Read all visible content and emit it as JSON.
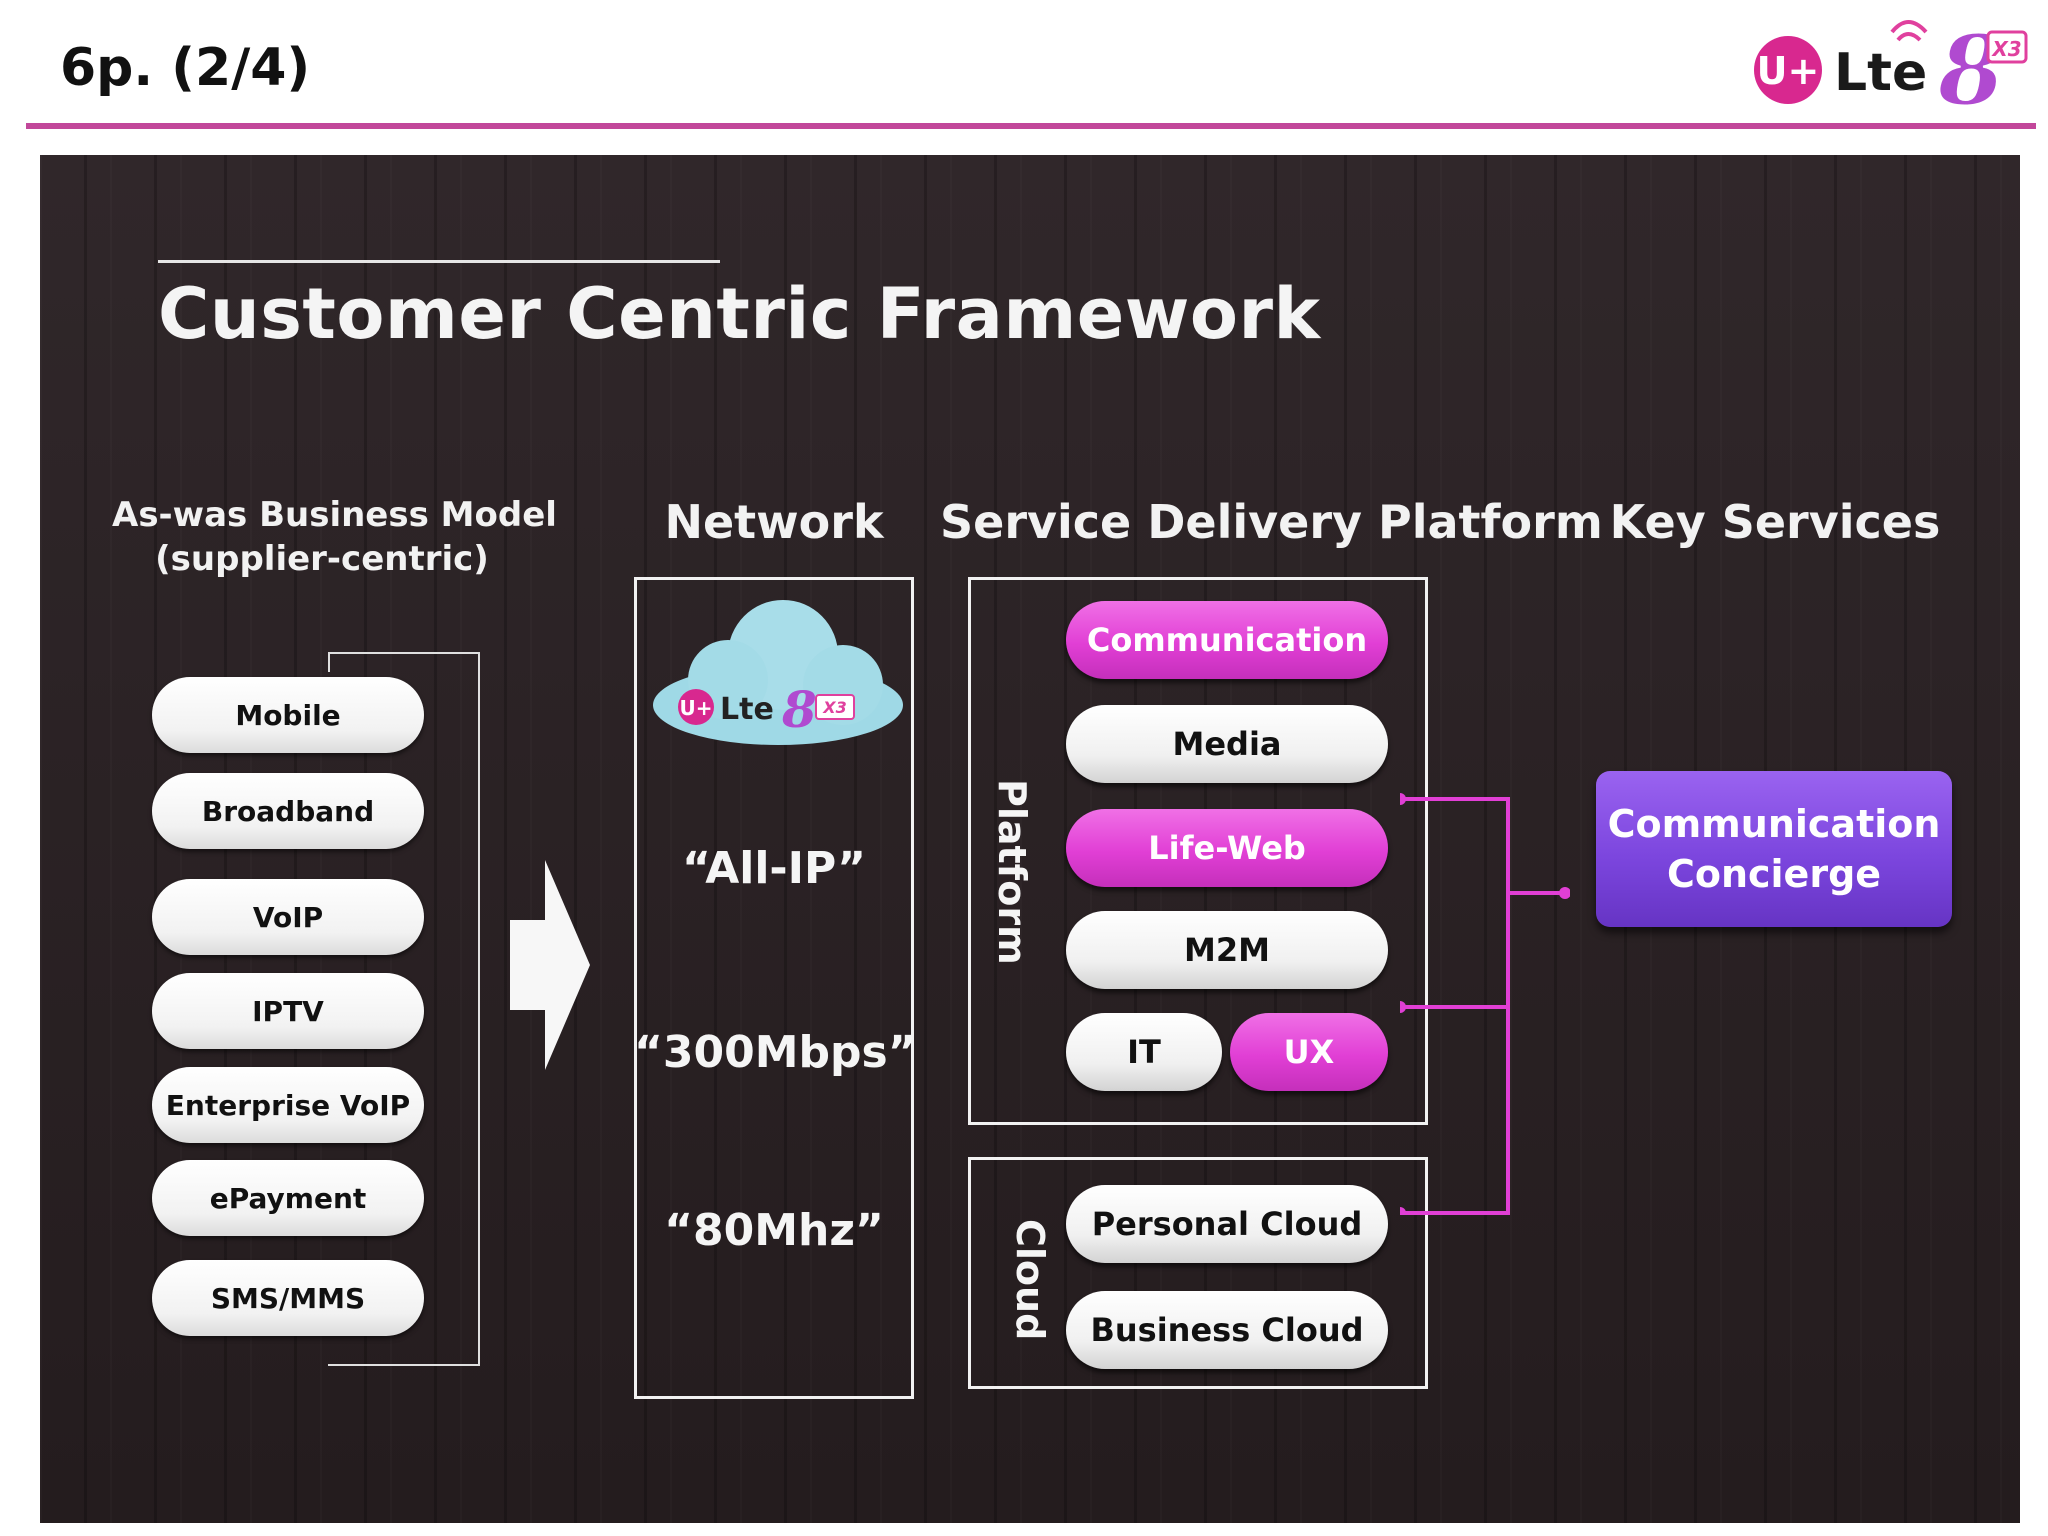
{
  "header": {
    "page_label": "6p. (2/4)",
    "logo": {
      "brand_mark": "U+",
      "name": "Lte",
      "numeral": "8",
      "badge": "X3",
      "accent_color": "#c2479a",
      "badge_color": "#e0409e"
    }
  },
  "slide": {
    "title": "Customer Centric Framework",
    "legacy": {
      "heading_line1": "As-was Business Model",
      "heading_line2": "(supplier-centric)",
      "items": [
        "Mobile",
        "Broadband",
        "VoIP",
        "IPTV",
        "Enterprise VoIP",
        "ePayment",
        "SMS/MMS"
      ]
    },
    "network": {
      "heading": "Network",
      "logo": {
        "brand_mark": "U+",
        "name": "Lte",
        "numeral": "8",
        "badge": "X3"
      },
      "facts": [
        "“All-IP”",
        "“300Mbps”",
        "“80Mhz”"
      ]
    },
    "sdp": {
      "heading": "Service Delivery Platform",
      "platform_label": "Platform",
      "platform_items": {
        "communication": "Communication",
        "media": "Media",
        "life_web": "Life-Web",
        "m2m": "M2M",
        "it": "IT",
        "ux": "UX"
      },
      "cloud_label": "Cloud",
      "cloud_items": {
        "personal": "Personal Cloud",
        "business": "Business Cloud"
      }
    },
    "key_services": {
      "heading": "Key Services",
      "item": "Communication\nConcierge"
    },
    "colors": {
      "highlight_pink": "#e13fd5",
      "key_service_purple": "#7c46de",
      "background": "#2b2224"
    }
  }
}
